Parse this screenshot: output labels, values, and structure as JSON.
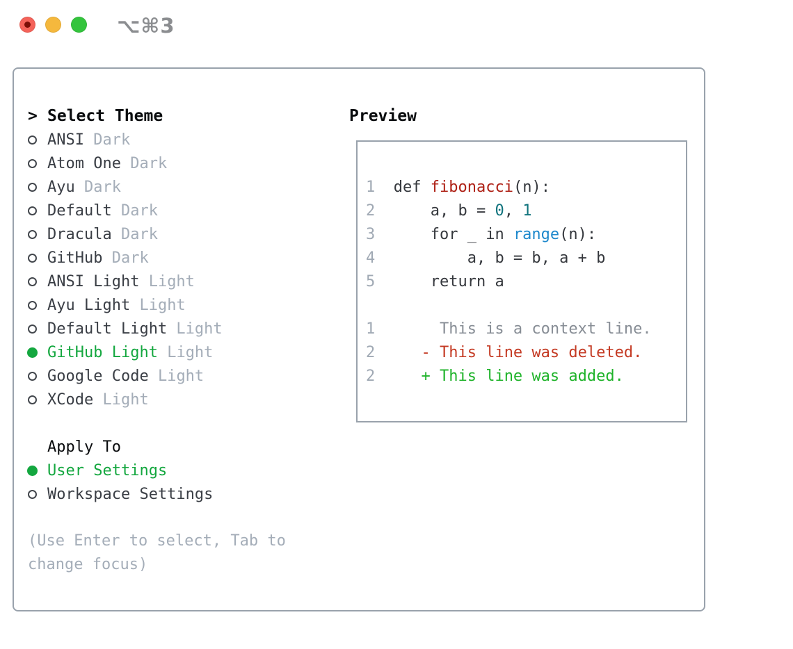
{
  "window": {
    "title": "⌥⌘3",
    "traffic_lights": [
      {
        "name": "close"
      },
      {
        "name": "minimize"
      },
      {
        "name": "zoom"
      }
    ]
  },
  "colors": {
    "panel_border": "#99a2ac",
    "header_text": "#0a0c0e",
    "item_text": "#3a3e45",
    "variant_text": "#a4adb8",
    "hint_text": "#a4adb8",
    "selected_green": "#14a73f",
    "linenum": "#a0a9b4",
    "code": "#35383d",
    "func_red": "#ae2015",
    "num_teal": "#10737d",
    "builtin_blue": "#1d88cc",
    "context_gray": "#878d95",
    "diff_del": "#c43a23",
    "diff_add": "#1fb32a",
    "title_gray": "#8b8d90",
    "tl_red": "#f4635a",
    "tl_red_dot": "#7b0e06",
    "tl_yellow": "#f5b83d",
    "tl_green": "#34c43d"
  },
  "theme_picker": {
    "cursor": ">",
    "header": "Select Theme",
    "items": [
      {
        "name": "ANSI",
        "variant": "Dark",
        "selected": false
      },
      {
        "name": "Atom One",
        "variant": "Dark",
        "selected": false
      },
      {
        "name": "Ayu",
        "variant": "Dark",
        "selected": false
      },
      {
        "name": "Default",
        "variant": "Dark",
        "selected": false
      },
      {
        "name": "Dracula",
        "variant": "Dark",
        "selected": false
      },
      {
        "name": "GitHub",
        "variant": "Dark",
        "selected": false
      },
      {
        "name": "ANSI Light",
        "variant": "Light",
        "selected": false
      },
      {
        "name": "Ayu Light",
        "variant": "Light",
        "selected": false
      },
      {
        "name": "Default Light",
        "variant": "Light",
        "selected": false
      },
      {
        "name": "GitHub Light",
        "variant": "Light",
        "selected": true
      },
      {
        "name": "Google Code",
        "variant": "Light",
        "selected": false
      },
      {
        "name": "XCode",
        "variant": "Light",
        "selected": false
      }
    ],
    "apply_to": {
      "header": "Apply To",
      "options": [
        {
          "label": "User Settings",
          "selected": true
        },
        {
          "label": "Workspace Settings",
          "selected": false
        }
      ]
    },
    "hint_lines": [
      "(Use Enter to select, Tab to",
      "change focus)"
    ]
  },
  "preview": {
    "title": "Preview",
    "lines": [
      {
        "tokens": [
          {
            "t": "1  ",
            "c": "linenum"
          },
          {
            "t": "def ",
            "c": "code"
          },
          {
            "t": "fibonacci",
            "c": "func_red"
          },
          {
            "t": "(n):",
            "c": "code"
          }
        ]
      },
      {
        "tokens": [
          {
            "t": "2  ",
            "c": "linenum"
          },
          {
            "t": "    a, b = ",
            "c": "code"
          },
          {
            "t": "0",
            "c": "num_teal"
          },
          {
            "t": ", ",
            "c": "code"
          },
          {
            "t": "1",
            "c": "num_teal"
          }
        ]
      },
      {
        "tokens": [
          {
            "t": "3  ",
            "c": "linenum"
          },
          {
            "t": "    for _ in ",
            "c": "code"
          },
          {
            "t": "range",
            "c": "builtin_blue"
          },
          {
            "t": "(n):",
            "c": "code"
          }
        ]
      },
      {
        "tokens": [
          {
            "t": "4  ",
            "c": "linenum"
          },
          {
            "t": "        a, b = b, a + b",
            "c": "code"
          }
        ]
      },
      {
        "tokens": [
          {
            "t": "5  ",
            "c": "linenum"
          },
          {
            "t": "    return a",
            "c": "code"
          }
        ]
      },
      {
        "tokens": []
      },
      {
        "tokens": [
          {
            "t": "1",
            "c": "linenum"
          },
          {
            "t": "       This is a context line.",
            "c": "context_gray"
          }
        ]
      },
      {
        "tokens": [
          {
            "t": "2",
            "c": "linenum"
          },
          {
            "t": "     ",
            "c": "code"
          },
          {
            "t": "- This line was deleted.",
            "c": "diff_del"
          }
        ]
      },
      {
        "tokens": [
          {
            "t": "2",
            "c": "linenum"
          },
          {
            "t": "     ",
            "c": "code"
          },
          {
            "t": "+ This line was added.",
            "c": "diff_add"
          }
        ]
      }
    ]
  }
}
